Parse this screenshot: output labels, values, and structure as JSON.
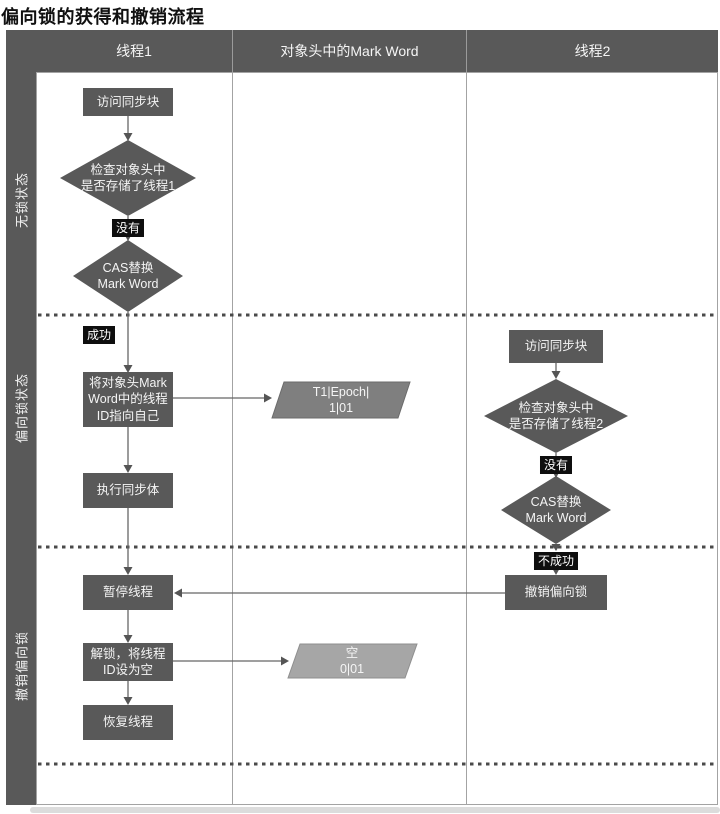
{
  "title": "偏向锁的获得和撤销流程",
  "colors": {
    "node_fill": "#595959",
    "header_fill": "#595959",
    "sidebar_fill": "#595959",
    "parallelogram_biased_fill": "#7f7f7f",
    "parallelogram_empty_fill": "#a6a6a6",
    "chip_bg": "#0e0e0e",
    "connector": "#666666",
    "lane_border": "#a3a3a3",
    "dashed_divider": "#4a4a4a"
  },
  "header": {
    "columns": [
      "线程1",
      "对象头中的Mark Word",
      "线程2"
    ]
  },
  "sidebar": {
    "sections": [
      "无锁状态",
      "偏向锁状态",
      "撤销偏向锁"
    ]
  },
  "thread1": {
    "access_sync": "访问同步块",
    "check_header": [
      "检查对象头中",
      "是否存储了线程1"
    ],
    "no_chip": "没有",
    "cas_replace": [
      "CAS替换",
      "Mark Word"
    ],
    "success_chip": "成功",
    "set_thread_id": [
      "将对象头Mark",
      "Word中的线程",
      "ID指向自己"
    ],
    "exec_sync": "执行同步体",
    "pause_thread": "暂停线程",
    "unlock": [
      "解锁，将线程",
      "ID设为空"
    ],
    "resume_thread": "恢复线程"
  },
  "mark_word": {
    "biased": [
      "T1|Epoch|",
      "1|01"
    ],
    "empty": [
      "空",
      "0|01"
    ]
  },
  "thread2": {
    "access_sync": "访问同步块",
    "check_header": [
      "检查对象头中",
      "是否存储了线程2"
    ],
    "no_chip": "没有",
    "cas_replace": [
      "CAS替换",
      "Mark Word"
    ],
    "fail_chip": "不成功",
    "revoke_bias": "撤销偏向锁"
  }
}
